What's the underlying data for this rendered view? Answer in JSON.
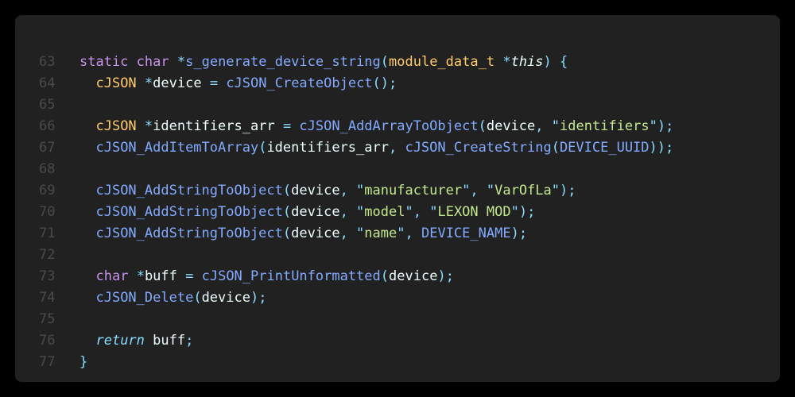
{
  "editor": {
    "background": "#212121",
    "colors": {
      "keyword": "#c792ea",
      "type": "#ffcb6b",
      "function": "#82aaff",
      "operator": "#89ddff",
      "string": "#c3e88d",
      "plain": "#eeffff",
      "line_number": "#4a4a4a"
    },
    "lines": [
      {
        "n": "63",
        "tokens": [
          {
            "t": "static",
            "c": "kw"
          },
          {
            "t": " ",
            "c": "pl"
          },
          {
            "t": "char",
            "c": "kw"
          },
          {
            "t": " ",
            "c": "pl"
          },
          {
            "t": "*",
            "c": "op"
          },
          {
            "t": "s_generate_device_string",
            "c": "fn"
          },
          {
            "t": "(",
            "c": "op"
          },
          {
            "t": "module_data_t",
            "c": "ty"
          },
          {
            "t": " ",
            "c": "pl"
          },
          {
            "t": "*",
            "c": "op"
          },
          {
            "t": "this",
            "c": "pl it"
          },
          {
            "t": ")",
            "c": "op"
          },
          {
            "t": " {",
            "c": "op"
          }
        ]
      },
      {
        "n": "64",
        "tokens": [
          {
            "t": "  ",
            "c": "pl"
          },
          {
            "t": "cJSON",
            "c": "ty"
          },
          {
            "t": " ",
            "c": "pl"
          },
          {
            "t": "*",
            "c": "op"
          },
          {
            "t": "device",
            "c": "pl"
          },
          {
            "t": " = ",
            "c": "op"
          },
          {
            "t": "cJSON_CreateObject",
            "c": "fn"
          },
          {
            "t": "();",
            "c": "op"
          }
        ]
      },
      {
        "n": "65",
        "tokens": []
      },
      {
        "n": "66",
        "tokens": [
          {
            "t": "  ",
            "c": "pl"
          },
          {
            "t": "cJSON",
            "c": "ty"
          },
          {
            "t": " ",
            "c": "pl"
          },
          {
            "t": "*",
            "c": "op"
          },
          {
            "t": "identifiers_arr",
            "c": "pl"
          },
          {
            "t": " = ",
            "c": "op"
          },
          {
            "t": "cJSON_AddArrayToObject",
            "c": "fn"
          },
          {
            "t": "(",
            "c": "op"
          },
          {
            "t": "device",
            "c": "pl"
          },
          {
            "t": ", ",
            "c": "op"
          },
          {
            "t": "\"",
            "c": "op"
          },
          {
            "t": "identifiers",
            "c": "str"
          },
          {
            "t": "\"",
            "c": "op"
          },
          {
            "t": ");",
            "c": "op"
          }
        ]
      },
      {
        "n": "67",
        "tokens": [
          {
            "t": "  ",
            "c": "pl"
          },
          {
            "t": "cJSON_AddItemToArray",
            "c": "fn"
          },
          {
            "t": "(",
            "c": "op"
          },
          {
            "t": "identifiers_arr",
            "c": "pl"
          },
          {
            "t": ", ",
            "c": "op"
          },
          {
            "t": "cJSON_CreateString",
            "c": "fn"
          },
          {
            "t": "(",
            "c": "op"
          },
          {
            "t": "DEVICE_UUID",
            "c": "fn"
          },
          {
            "t": "));",
            "c": "op"
          }
        ]
      },
      {
        "n": "68",
        "tokens": []
      },
      {
        "n": "69",
        "tokens": [
          {
            "t": "  ",
            "c": "pl"
          },
          {
            "t": "cJSON_AddStringToObject",
            "c": "fn"
          },
          {
            "t": "(",
            "c": "op"
          },
          {
            "t": "device",
            "c": "pl"
          },
          {
            "t": ", ",
            "c": "op"
          },
          {
            "t": "\"",
            "c": "op"
          },
          {
            "t": "manufacturer",
            "c": "str"
          },
          {
            "t": "\"",
            "c": "op"
          },
          {
            "t": ", ",
            "c": "op"
          },
          {
            "t": "\"",
            "c": "op"
          },
          {
            "t": "VarOfLa",
            "c": "str"
          },
          {
            "t": "\"",
            "c": "op"
          },
          {
            "t": ");",
            "c": "op"
          }
        ]
      },
      {
        "n": "70",
        "tokens": [
          {
            "t": "  ",
            "c": "pl"
          },
          {
            "t": "cJSON_AddStringToObject",
            "c": "fn"
          },
          {
            "t": "(",
            "c": "op"
          },
          {
            "t": "device",
            "c": "pl"
          },
          {
            "t": ", ",
            "c": "op"
          },
          {
            "t": "\"",
            "c": "op"
          },
          {
            "t": "model",
            "c": "str"
          },
          {
            "t": "\"",
            "c": "op"
          },
          {
            "t": ", ",
            "c": "op"
          },
          {
            "t": "\"",
            "c": "op"
          },
          {
            "t": "LEXON MOD",
            "c": "str"
          },
          {
            "t": "\"",
            "c": "op"
          },
          {
            "t": ");",
            "c": "op"
          }
        ]
      },
      {
        "n": "71",
        "tokens": [
          {
            "t": "  ",
            "c": "pl"
          },
          {
            "t": "cJSON_AddStringToObject",
            "c": "fn"
          },
          {
            "t": "(",
            "c": "op"
          },
          {
            "t": "device",
            "c": "pl"
          },
          {
            "t": ", ",
            "c": "op"
          },
          {
            "t": "\"",
            "c": "op"
          },
          {
            "t": "name",
            "c": "str"
          },
          {
            "t": "\"",
            "c": "op"
          },
          {
            "t": ", ",
            "c": "op"
          },
          {
            "t": "DEVICE_NAME",
            "c": "fn"
          },
          {
            "t": ");",
            "c": "op"
          }
        ]
      },
      {
        "n": "72",
        "tokens": []
      },
      {
        "n": "73",
        "tokens": [
          {
            "t": "  ",
            "c": "pl"
          },
          {
            "t": "char",
            "c": "kw"
          },
          {
            "t": " ",
            "c": "pl"
          },
          {
            "t": "*",
            "c": "op"
          },
          {
            "t": "buff",
            "c": "pl"
          },
          {
            "t": " = ",
            "c": "op"
          },
          {
            "t": "cJSON_PrintUnformatted",
            "c": "fn"
          },
          {
            "t": "(",
            "c": "op"
          },
          {
            "t": "device",
            "c": "pl"
          },
          {
            "t": ");",
            "c": "op"
          }
        ]
      },
      {
        "n": "74",
        "tokens": [
          {
            "t": "  ",
            "c": "pl"
          },
          {
            "t": "cJSON_Delete",
            "c": "fn"
          },
          {
            "t": "(",
            "c": "op"
          },
          {
            "t": "device",
            "c": "pl"
          },
          {
            "t": ");",
            "c": "op"
          }
        ]
      },
      {
        "n": "75",
        "tokens": []
      },
      {
        "n": "76",
        "tokens": [
          {
            "t": "  ",
            "c": "pl"
          },
          {
            "t": "return",
            "c": "op it"
          },
          {
            "t": " ",
            "c": "pl"
          },
          {
            "t": "buff",
            "c": "pl"
          },
          {
            "t": ";",
            "c": "op"
          }
        ]
      },
      {
        "n": "77",
        "tokens": [
          {
            "t": "}",
            "c": "op"
          }
        ]
      }
    ]
  }
}
